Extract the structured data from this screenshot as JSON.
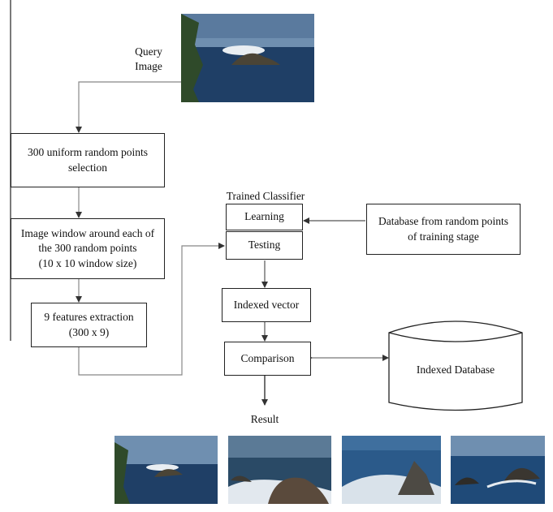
{
  "diagram": {
    "query_label": "Query\nImage",
    "step1": "300 uniform random points\nselection",
    "step2": "Image window around each of\nthe 300 random points\n(10 x 10 window size)",
    "step3": "9 features extraction\n(300 x 9)",
    "classifier_title": "Trained Classifier",
    "learning": "Learning",
    "testing": "Testing",
    "database_training": "Database from random points\nof training stage",
    "indexed_vector": "Indexed vector",
    "comparison": "Comparison",
    "indexed_database": "Indexed Database",
    "result_label": "Result"
  },
  "colors": {
    "line": "#888888",
    "border": "#222222",
    "sea": "#1f3f66",
    "sky": "#6f8fb0"
  },
  "images": {
    "query": "coastal-rock-seascape",
    "results": [
      "coastal-rock-seascape",
      "surf-rocks-seascape",
      "sea-stack-seascape",
      "rocky-shore-seascape"
    ]
  }
}
